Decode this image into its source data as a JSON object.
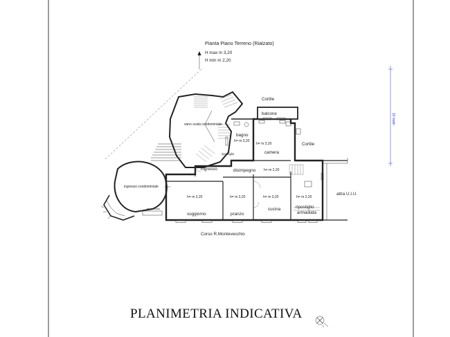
{
  "plan": {
    "heading": "Pianta Piano Terreno (Rialzato)",
    "h_max": "H max m 3,20",
    "h_min": "H min m 2,20",
    "title": "PLANIMETRIA INDICATIVA",
    "scale_text": "10 metri",
    "street": "Corso R.Montevecchio"
  },
  "rooms": {
    "cortile_top": "Cortile",
    "cortile_right": "Cortile",
    "balcone": "balcone",
    "bagno": "bagno",
    "bagno_h": "h= m 3,20",
    "camera": "camera",
    "camera_h": "h= m 3,20",
    "ripostiglio_small": "ripostiglio",
    "vano_scala": "vano scala condominiale",
    "ingresso": "ingresso",
    "disimpegno": "disimpegno",
    "disimpegno_h": "h= m 2,20",
    "ingresso_cond": "ingresso condominiale",
    "soggiorno": "soggiorno",
    "soggiorno_h": "h= m 3,20",
    "pranzo": "pranzo",
    "pranzo_h": "h= m 3,20",
    "cucina": "cucina",
    "cucina_h": "h= m 3,20",
    "ripostiglio": "ripostiglio",
    "armadiata": "armadiata",
    "ripostiglio_h": "h= m 2,20",
    "altra_uiu": "altra U.I.U.",
    "loc_tecnico": "loc.tecnico"
  }
}
